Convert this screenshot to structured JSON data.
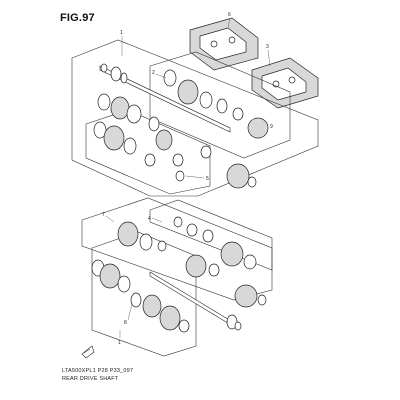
{
  "figure": {
    "label": "FIG.97",
    "code": "LTA500XPL1 P28 P33_097",
    "caption": "REAR DRIVE SHAFT"
  },
  "callouts": {
    "c1_top": "1",
    "c1_bottom": "1",
    "c2": "2",
    "c3": "3",
    "c4": "4",
    "c5": "5",
    "c6": "6",
    "c7": "7",
    "c8": "8",
    "c9": "9"
  }
}
